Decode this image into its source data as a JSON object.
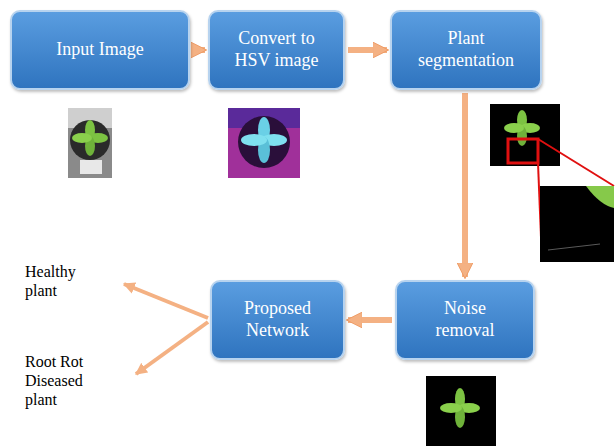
{
  "diagram": {
    "nodes": [
      {
        "text": [
          "Input Image"
        ]
      },
      {
        "text": [
          "Convert to HSV image"
        ]
      },
      {
        "text": [
          "Plant segmentation"
        ]
      },
      {
        "text": [
          "Noise removal"
        ]
      },
      {
        "text": [
          "Proposed Network"
        ]
      }
    ],
    "edges": [
      {
        "from": 0,
        "to": 1,
        "arrow": "to"
      },
      {
        "from": 1,
        "to": 2,
        "arrow": "to"
      },
      {
        "from": 2,
        "to": 3,
        "arrow": "to"
      },
      {
        "from": 3,
        "to": 4,
        "arrow": "to"
      }
    ],
    "labels": [
      "Healthy plant",
      "Root Rot Diseased plant"
    ]
  }
}
